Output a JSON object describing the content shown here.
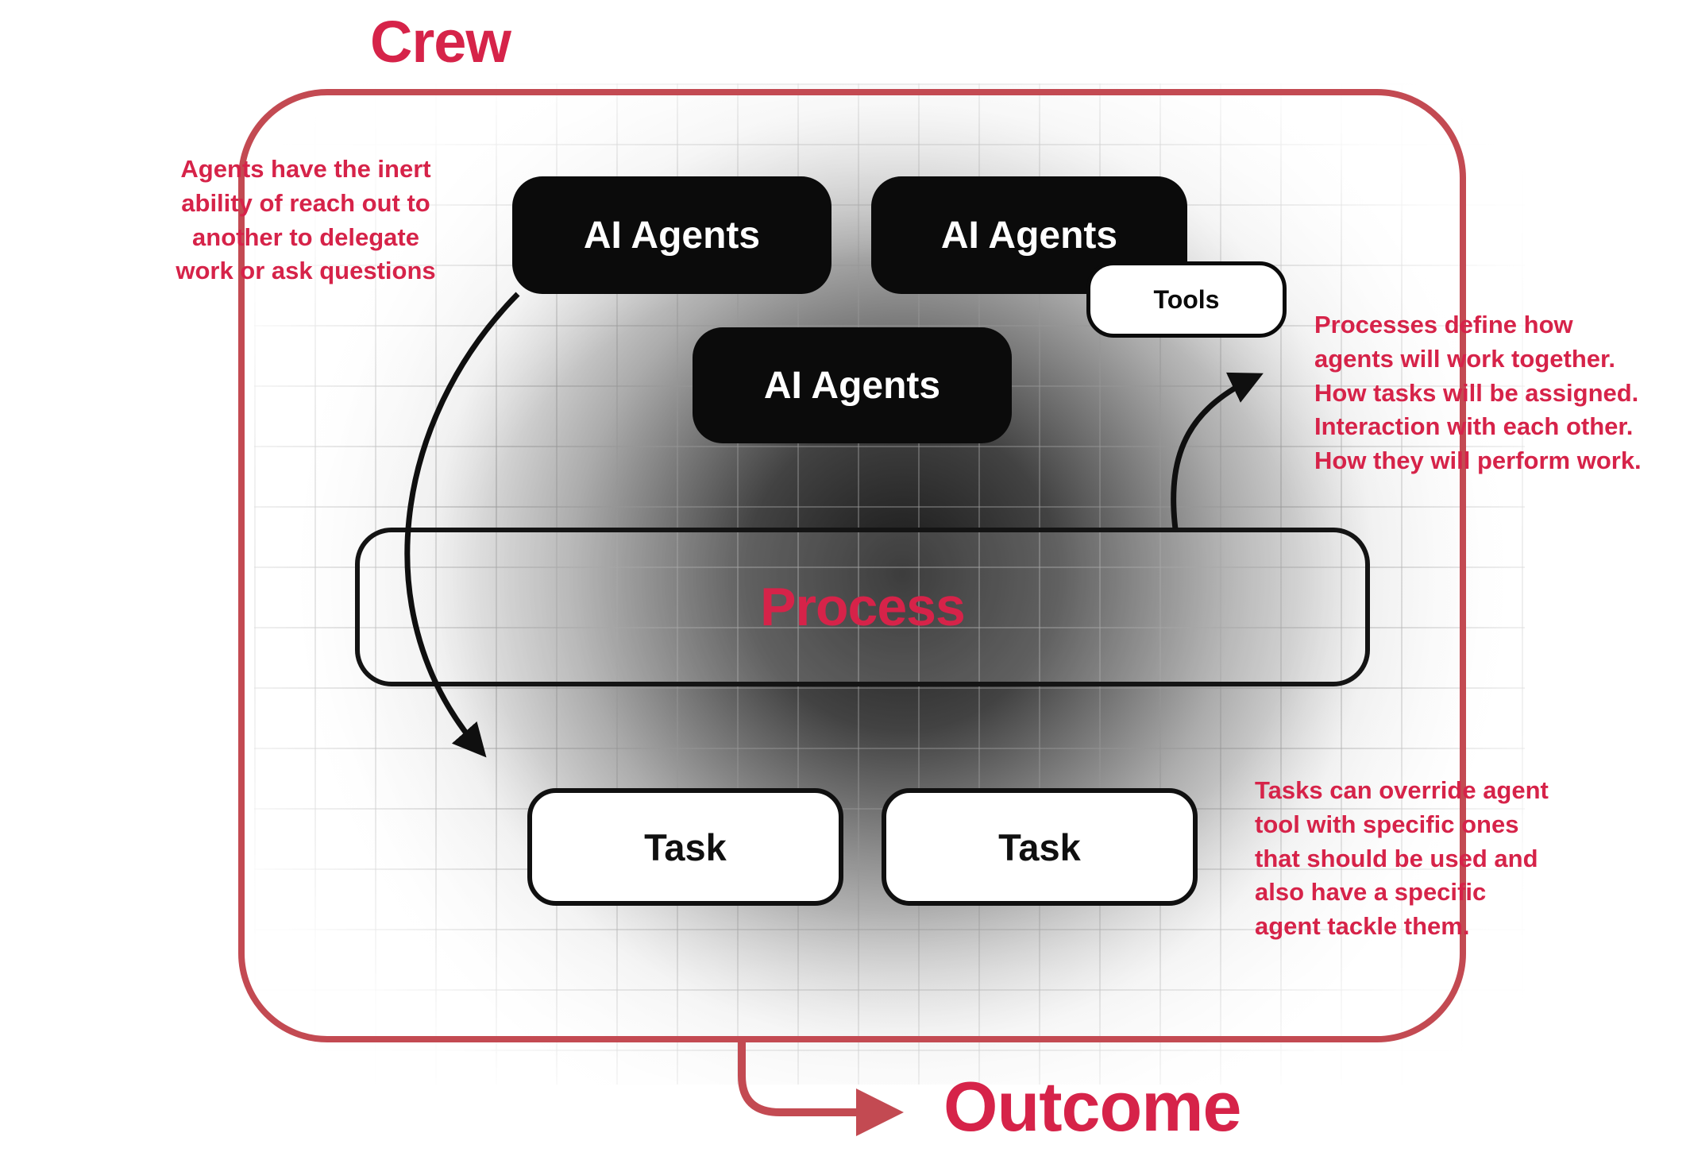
{
  "title": "Crew",
  "outcome_label": "Outcome",
  "process_label": "Process",
  "tools_label": "Tools",
  "agents": [
    {
      "label": "AI Agents"
    },
    {
      "label": "AI Agents"
    },
    {
      "label": "AI Agents"
    }
  ],
  "tasks": [
    {
      "label": "Task"
    },
    {
      "label": "Task"
    }
  ],
  "annotations": {
    "left": "Agents have the inert\nability of reach out to\nanother to delegate\nwork or ask questions",
    "right_top": "Processes define how\nagents will work together.\nHow tasks will be assigned.\nInteraction with each other.\nHow they will perform work.",
    "right_bottom": "Tasks can override agent\ntool with specific ones\nthat should be used and\nalso have a specific\nagent tackle them."
  },
  "colors": {
    "accent": "#D62349",
    "border_red": "#C34A52",
    "box_black": "#0B0B0B"
  }
}
